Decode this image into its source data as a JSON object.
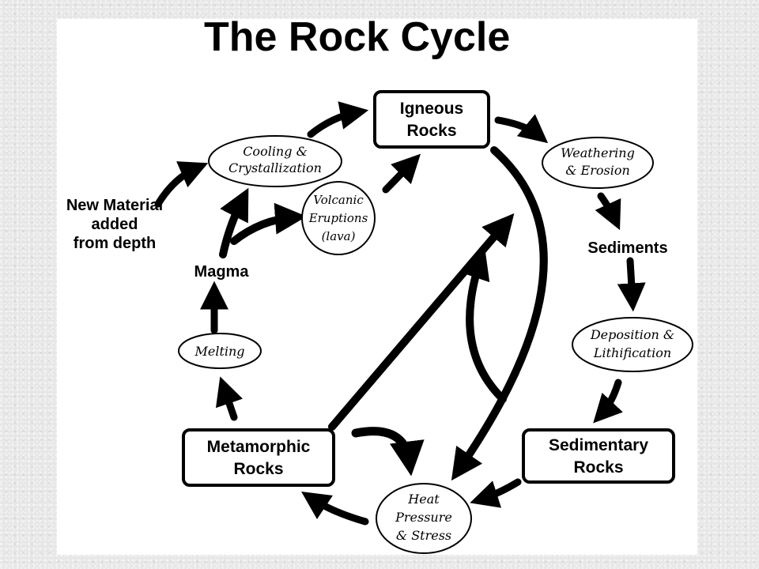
{
  "title": "The Rock Cycle",
  "boxes": {
    "igneous": [
      "Igneous",
      "Rocks"
    ],
    "metamorphic": [
      "Metamorphic",
      "Rocks"
    ],
    "sedimentary": [
      "Sedimentary",
      "Rocks"
    ]
  },
  "processes": {
    "cooling": [
      "Cooling &",
      "Crystallization"
    ],
    "volcanic": [
      "Volcanic",
      "Eruptions",
      "(lava)"
    ],
    "weathering": [
      "Weathering",
      "& Erosion"
    ],
    "deposition": [
      "Deposition &",
      "Lithification"
    ],
    "melting": [
      "Melting"
    ],
    "heat": [
      "Heat",
      "Pressure",
      "& Stress"
    ]
  },
  "labels": {
    "new_material": [
      "New Material",
      "added",
      "from depth"
    ],
    "magma": "Magma",
    "sediments": "Sediments"
  },
  "colors": {
    "ink": "#000000",
    "panel": "#ffffff",
    "backdrop": "#e6e6e6"
  }
}
